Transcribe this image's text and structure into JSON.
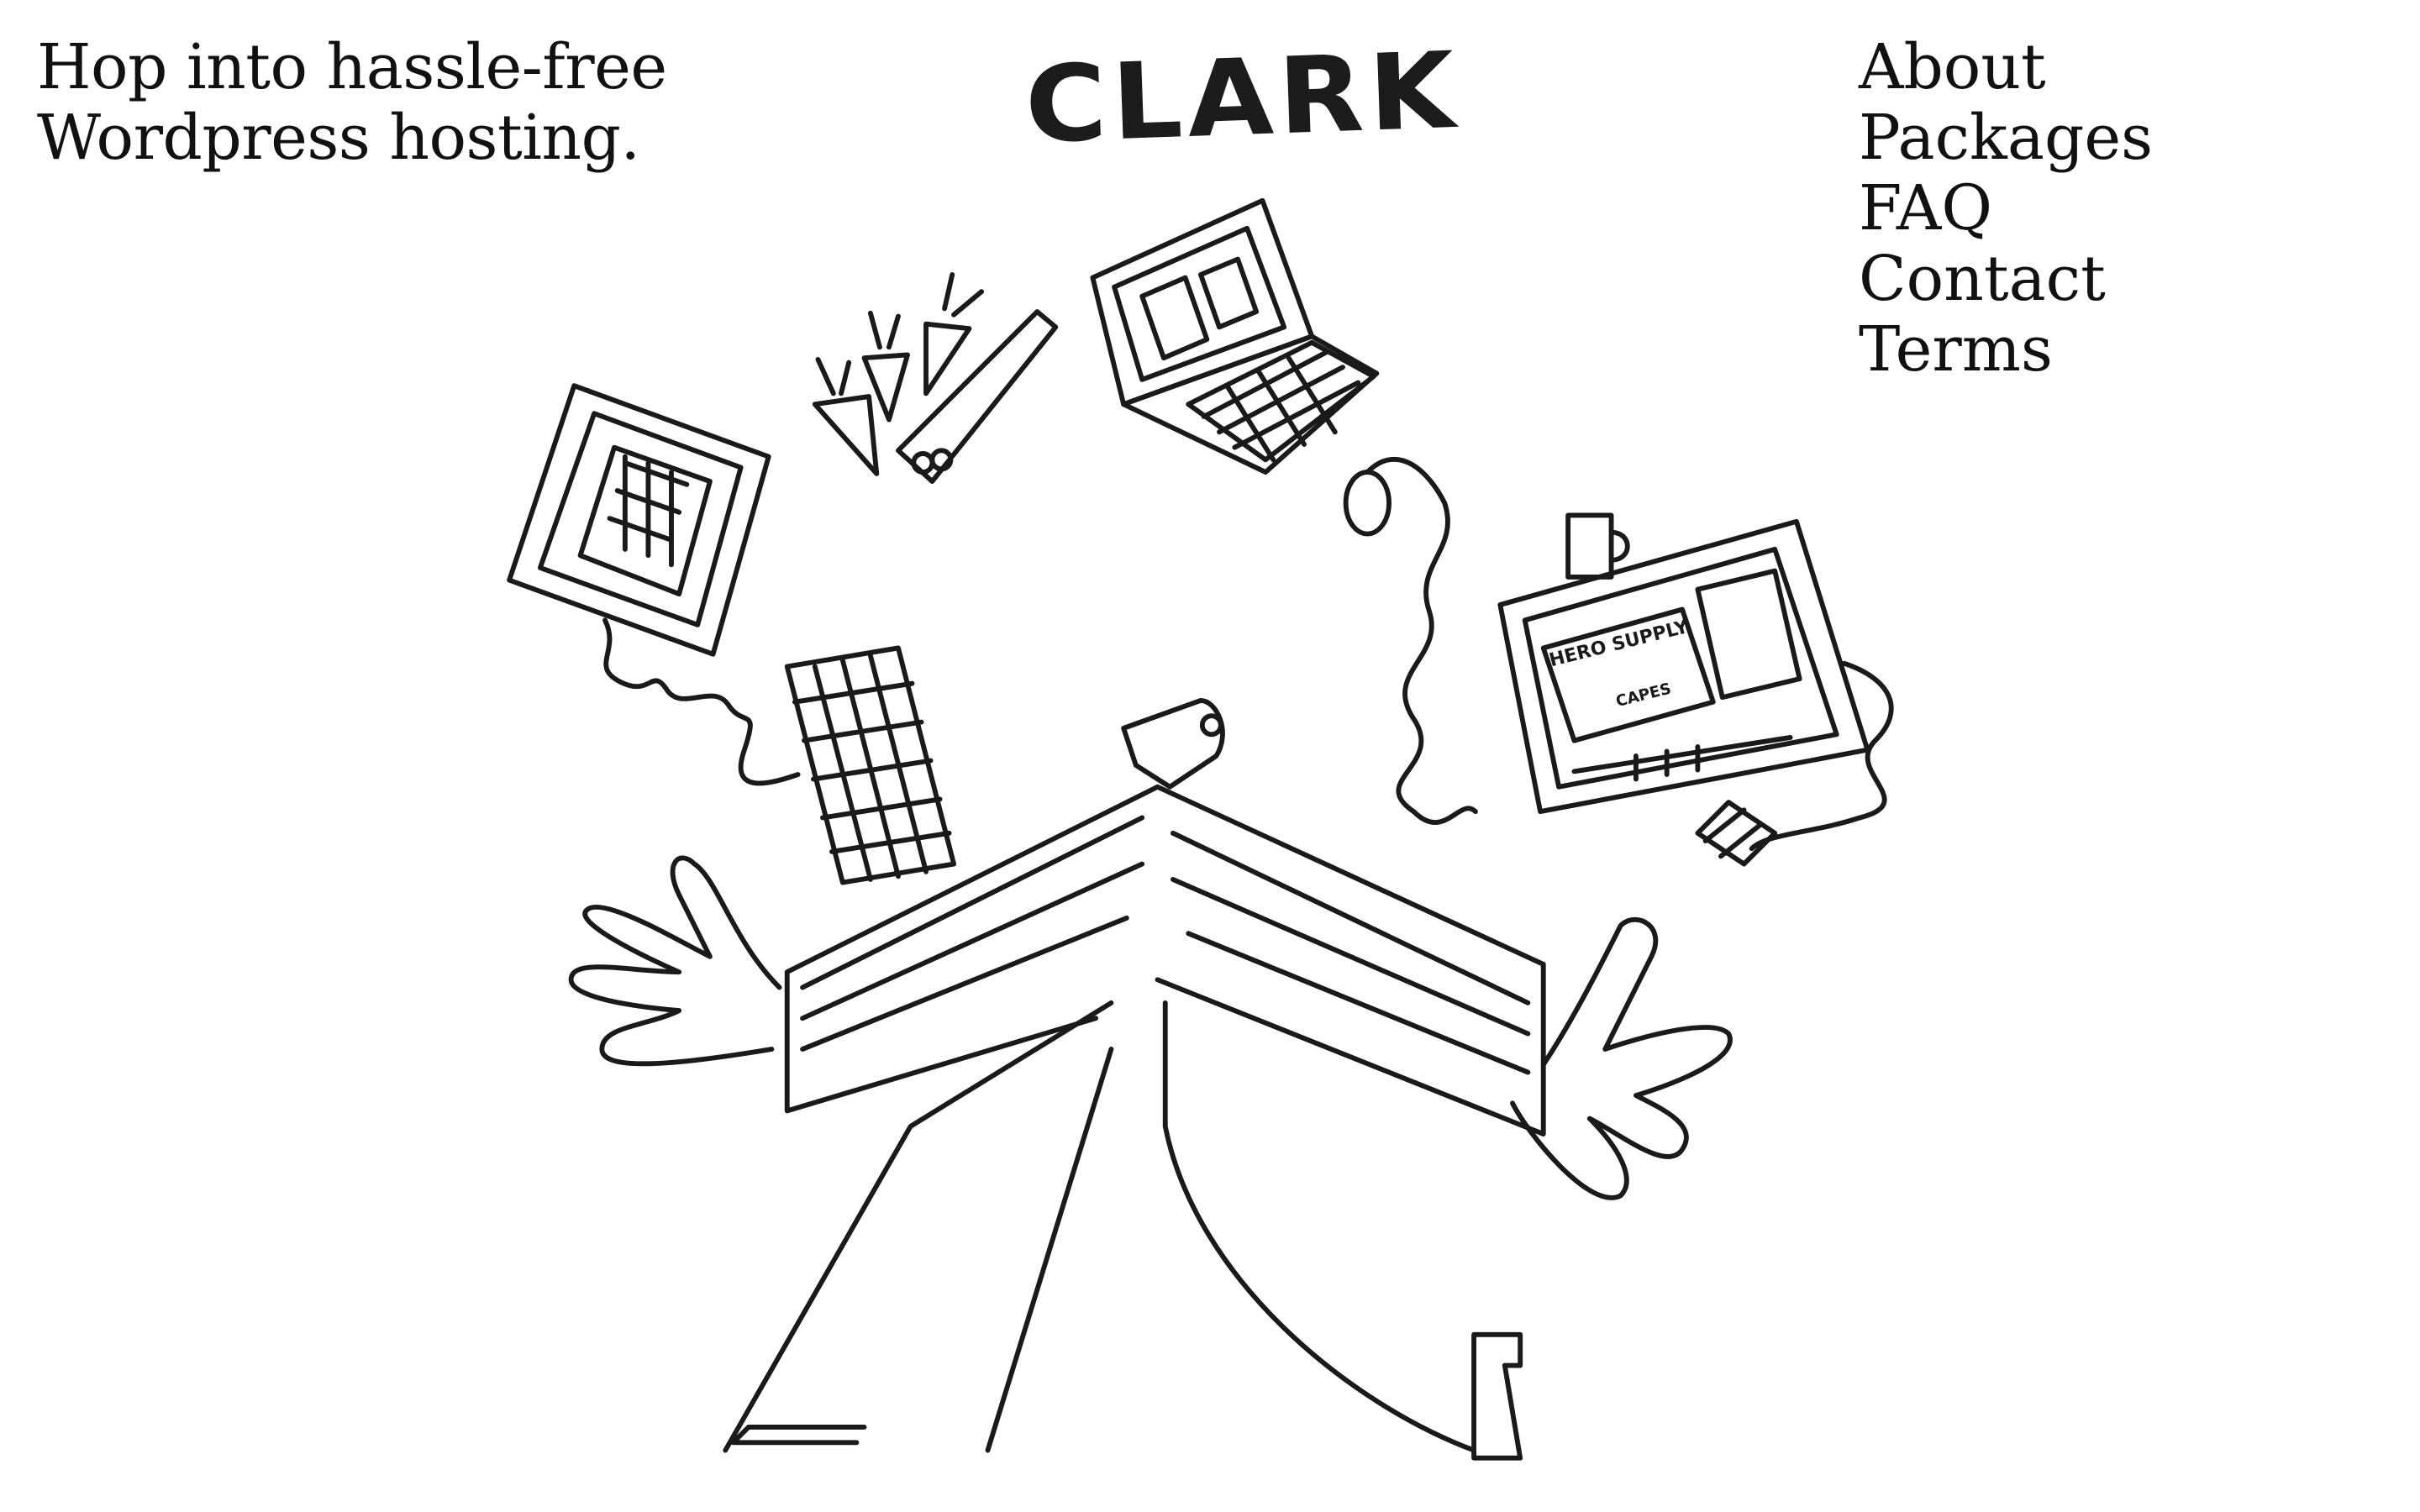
{
  "header": {
    "tagline_line1": "Hop into hassle-free",
    "tagline_line2": "Wordpress hosting.",
    "logo": "CLARK"
  },
  "nav": {
    "items": [
      {
        "label": "About"
      },
      {
        "label": "Packages"
      },
      {
        "label": "FAQ"
      },
      {
        "label": "Contact"
      },
      {
        "label": "Terms"
      }
    ]
  },
  "illustration": {
    "sign_text_1": "HERO SUPPLY",
    "sign_text_2": "CAPES"
  }
}
